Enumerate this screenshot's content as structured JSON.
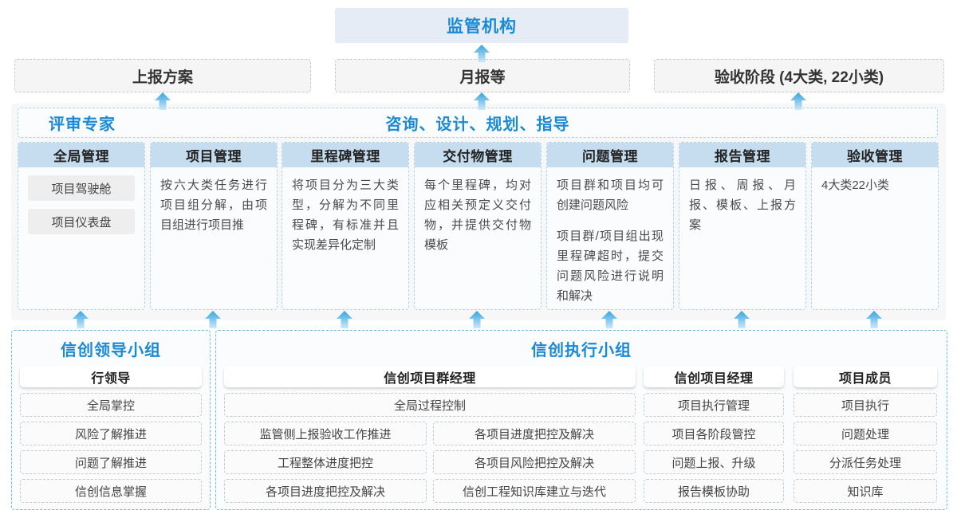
{
  "top": {
    "regulator": "监管机构",
    "reports": [
      {
        "label": "上报方案"
      },
      {
        "label": "月报等"
      },
      {
        "label": "验收阶段 (4大类, 22小类)"
      }
    ]
  },
  "middle": {
    "left_label": "评审专家",
    "center_label": "咨询、设计、规划、指导",
    "columns": [
      {
        "title": "全局管理",
        "chips": [
          "项目驾驶舱",
          "项目仪表盘"
        ],
        "paragraphs": []
      },
      {
        "title": "项目管理",
        "chips": [],
        "paragraphs": [
          "按六大类任务进行项目组分解，由项目组进行项目推"
        ]
      },
      {
        "title": "里程碑管理",
        "chips": [],
        "paragraphs": [
          "将项目分为三大类型，分解为不同里程碑，有标准并且实现差异化定制"
        ]
      },
      {
        "title": "交付物管理",
        "chips": [],
        "paragraphs": [
          "每个里程碑，均对应相关预定义交付物，并提供交付物模板"
        ]
      },
      {
        "title": "问题管理",
        "chips": [],
        "paragraphs": [
          "项目群和项目均可创建问题风险",
          "项目群/项目组出现里程碑超时，提交问题风险进行说明和解决"
        ]
      },
      {
        "title": "报告管理",
        "chips": [],
        "paragraphs": [
          "日报、周报、月报、模板、上报方案"
        ]
      },
      {
        "title": "验收管理",
        "chips": [],
        "paragraphs": [
          "4大类22小类"
        ]
      }
    ]
  },
  "bottom": {
    "leading_group": {
      "title": "信创领导小组",
      "roles": [
        {
          "name": "行领导",
          "tasks": [
            "全局掌控",
            "风险了解推进",
            "问题了解推进",
            "信创信息掌握"
          ]
        }
      ]
    },
    "executing_group": {
      "title": "信创执行小组",
      "roles": [
        {
          "name": "信创项目群经理",
          "full_width_task": "全局过程控制",
          "task_rows": [
            [
              "监管侧上报验收工作推进",
              "各项目进度把控及解决"
            ],
            [
              "工程整体进度把控",
              "各项目风险把控及解决"
            ],
            [
              "各项目进度把控及解决",
              "信创工程知识库建立与迭代"
            ]
          ]
        },
        {
          "name": "信创项目经理",
          "tasks": [
            "项目执行管理",
            "项目各阶段管控",
            "问题上报、升级",
            "报告模板协助"
          ]
        },
        {
          "name": "项目成员",
          "tasks": [
            "项目执行",
            "问题处理",
            "分派任务处理",
            "知识库"
          ]
        }
      ]
    }
  },
  "colors": {
    "accent_blue": "#1b8ad6",
    "header_fill": "#c5ddef",
    "regulator_fill": "#e6ecf5",
    "panel_gray": "#f7f7f7",
    "arrow_blue": "#36a4e0"
  }
}
